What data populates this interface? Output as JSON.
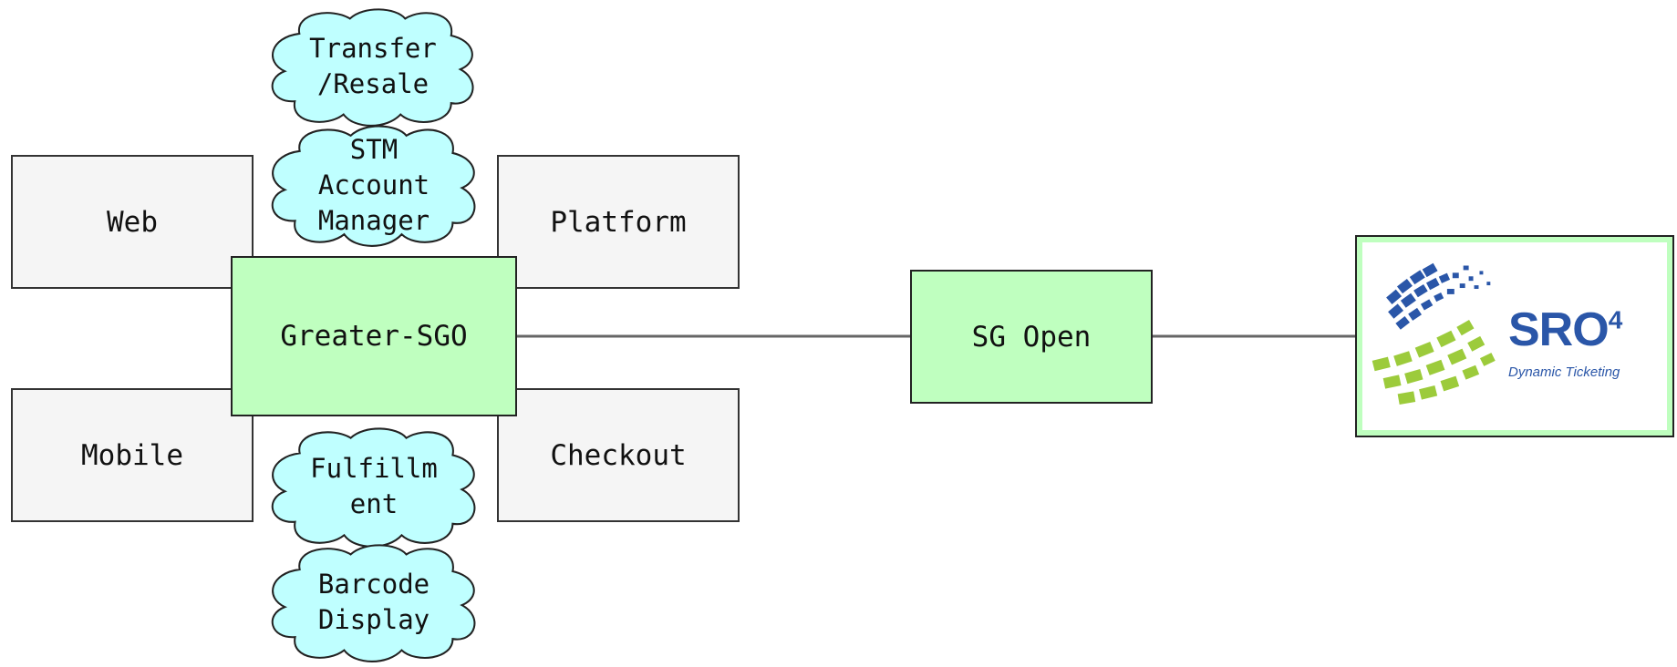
{
  "nodes": {
    "web": "Web",
    "platform": "Platform",
    "mobile": "Mobile",
    "checkout": "Checkout",
    "greater_sgo": "Greater-SGO",
    "sg_open": "SG Open"
  },
  "clouds": {
    "transfer_resale": "Transfer\n/Resale",
    "stm_account_manager": "STM\nAccount\nManager",
    "fulfillment": "Fulfillm\nent",
    "barcode_display": "Barcode\nDisplay"
  },
  "logo": {
    "brand": "SRO",
    "superscript": "4",
    "tagline": "Dynamic Ticketing"
  },
  "colors": {
    "gray_box": "#f5f5f5",
    "green_box": "#bfffbf",
    "cloud_fill": "#bfffff",
    "connector": "#666666",
    "logo_blue": "#2a56a8",
    "logo_green": "#9ccb3b"
  }
}
